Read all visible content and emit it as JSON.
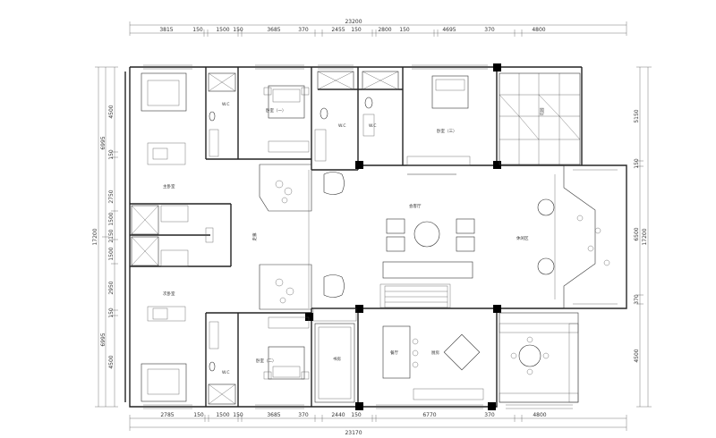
{
  "dimensions": {
    "top_total": "23200",
    "top_segments": [
      "3815",
      "150",
      "1500",
      "150",
      "3685",
      "370",
      "2455",
      "150",
      "2800",
      "150",
      "4695",
      "370",
      "4800"
    ],
    "bottom_total": "23170",
    "bottom_segments": [
      "2785",
      "150",
      "1500",
      "150",
      "3685",
      "370",
      "2440",
      "150",
      "6770",
      "370",
      "4800"
    ],
    "left_total": "17200",
    "left_segments": [
      "4500",
      "150",
      "2750",
      "1500",
      "2150",
      "1500",
      "2950",
      "150",
      "4500"
    ],
    "left_outer": [
      "6995",
      "6995"
    ],
    "right_total": "17200",
    "right_segments": [
      "5150",
      "150",
      "6500",
      "370",
      "4500"
    ]
  },
  "rooms": {
    "bedroom_1": "卧室（一）",
    "bedroom_2": "卧室（二）",
    "bedroom_3": "卧室（三）",
    "master_bedroom": "主卧室",
    "second_bedroom": "次卧室",
    "wc_1": "W.C",
    "wc_2": "W.C",
    "wc_3": "W.C",
    "wc_4": "W.C",
    "living_room": "会客厅",
    "corridor": "走廊",
    "lounge": "休闲区",
    "study": "书房",
    "dining": "餐厅",
    "kitchen": "厨房",
    "garden": "花园"
  }
}
